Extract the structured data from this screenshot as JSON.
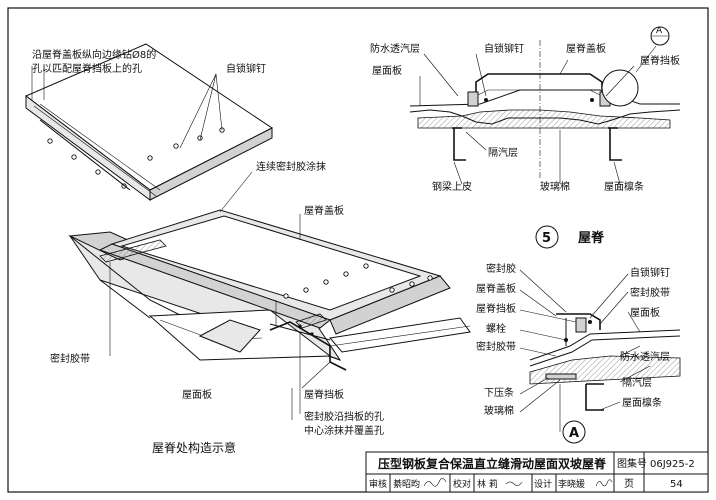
{
  "drawing": {
    "perspective_labels": {
      "hole_note_line1": "沿屋脊盖板纵向边缘钻Ø8的",
      "hole_note_line2": "孔以匹配屋脊挡板上的孔",
      "self_lock_rivet": "自锁铆钉",
      "continuous_sealant": "连续密封胶涂抹",
      "ridge_cover": "屋脊盖板",
      "sealing_tape": "密封胶带",
      "roof_panel": "屋面板",
      "ridge_baffle": "屋脊挡板",
      "sealant_note_line1": "密封胶沿挡板的孔",
      "sealant_note_line2": "中心涂抹并覆盖孔",
      "caption": "屋脊处构造示意"
    },
    "detail5": {
      "waterproof_vapor_layer": "防水透汽层",
      "self_lock_rivet": "自锁铆钉",
      "ridge_cover": "屋脊盖板",
      "roof_panel": "屋面板",
      "ridge_baffle": "屋脊挡板",
      "vapor_barrier": "隔汽层",
      "steel_beam_top": "钢梁上皮",
      "glass_wool": "玻璃棉",
      "roof_purlin": "屋面檩条",
      "detail_number": "5",
      "detail_title": "屋脊",
      "callout_letter": "A"
    },
    "detailA": {
      "sealant": "密封胶",
      "ridge_cover": "屋脊盖板",
      "ridge_baffle": "屋脊挡板",
      "bolt": "螺栓",
      "sealing_tape": "密封胶带",
      "self_lock_rivet": "自锁铆钉",
      "sealing_tape_right": "密封胶带",
      "roof_panel": "屋面板",
      "waterproof_vapor_layer": "防水透汽层",
      "pressing_strip": "下压条",
      "vapor_barrier": "隔汽层",
      "glass_wool": "玻璃棉",
      "roof_purlin": "屋面檩条",
      "callout_letter": "A"
    }
  },
  "title_block": {
    "title": "压型钢板复合保温直立缝滑动屋面双坡屋脊",
    "atlas_label": "图集号",
    "atlas_number": "06J925-2",
    "review_label": "审核",
    "reviewer": "綦昭昀",
    "check_label": "校对",
    "checker": "林 莉",
    "design_label": "设计",
    "designer": "李晓媛",
    "page_label": "页",
    "page_number": "54"
  }
}
